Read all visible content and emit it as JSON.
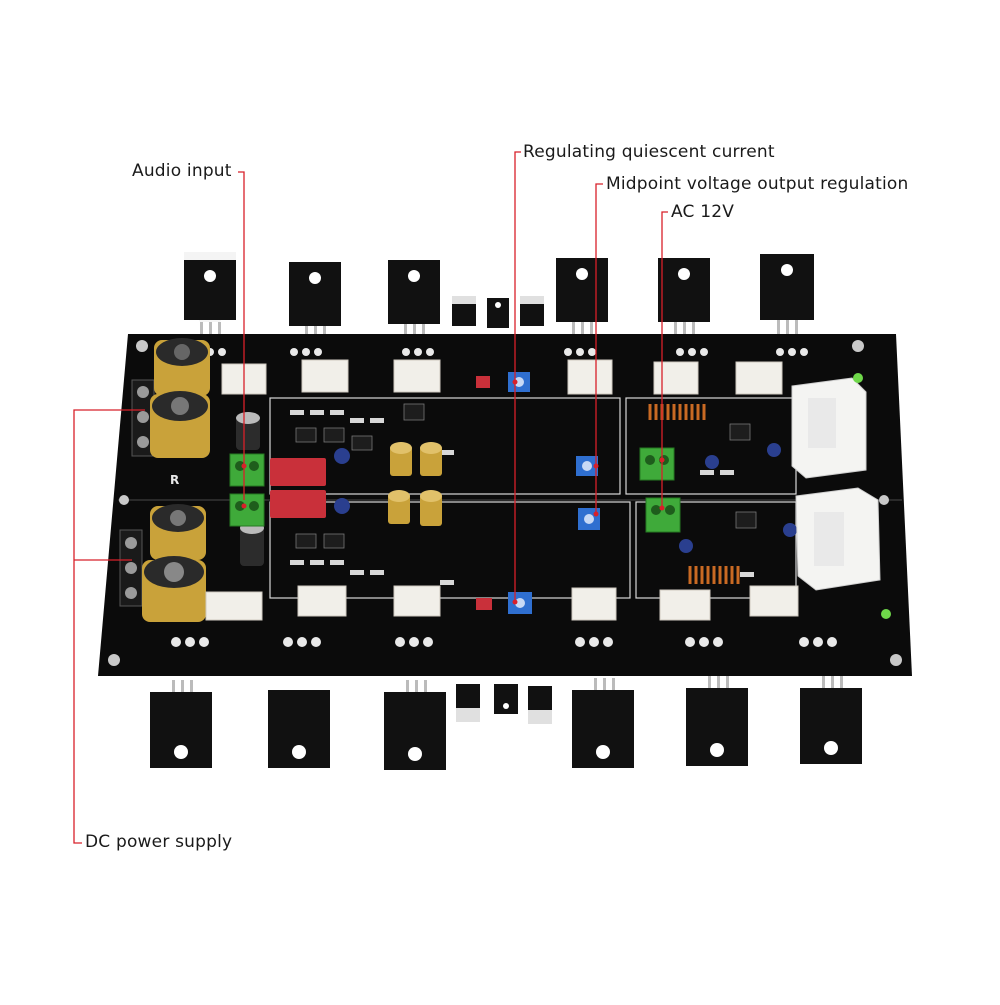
{
  "annotations": {
    "audio_input": "Audio input",
    "quiescent_current": "Regulating quiescent current",
    "midpoint_voltage": "Midpoint voltage output regulation",
    "ac_input": "AC 12V",
    "dc_power": "DC power supply"
  },
  "board": {
    "channel_mark": "R"
  },
  "colors": {
    "leader_line": "#d8202a",
    "pcb": "#0b0b0b",
    "silkscreen": "#e8e8e8",
    "terminal_green": "#3faa3a",
    "trimmer_blue": "#2f6fd0",
    "mkp_cap_red": "#c9303a",
    "film_cap_white": "#f1efe9",
    "electrolytic_black": "#1c1c1c",
    "electrolytic_gold": "#c9a23a",
    "inductor_copper": "#c96a23",
    "relay_white": "#f4f4f2"
  }
}
